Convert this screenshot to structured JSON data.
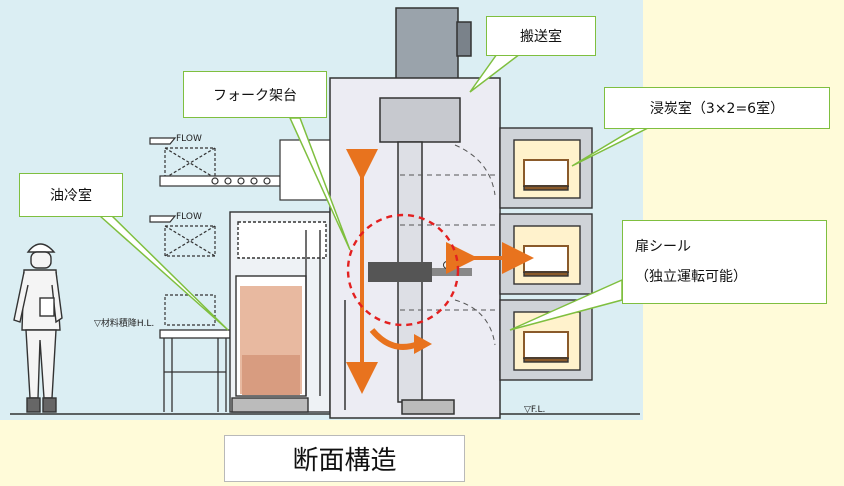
{
  "title": "断面構造",
  "labels": {
    "transfer_chamber": "搬送室",
    "fork_base": "フォーク架台",
    "carburizing_chamber": "浸炭室（3×2=6室）",
    "oil_cooling_chamber": "油冷室",
    "door_seal_line1": "扉シール",
    "door_seal_line2": "（独立運転可能）"
  },
  "drawing_text": {
    "flow_upper": "FLOW",
    "flow_lower": "FLOW",
    "material_level": "▽材料積降H.L.",
    "floor_level": "▽F.L."
  },
  "colors": {
    "drawing_bg": "#dbeef3",
    "page_bg": "#fffbd9",
    "callout_border": "#7fbf3f",
    "arrow_orange": "#e8731e",
    "highlight_red": "#e32020",
    "oil_fill": "#e8b9a0",
    "chamber_fill": "#fff2cc"
  }
}
